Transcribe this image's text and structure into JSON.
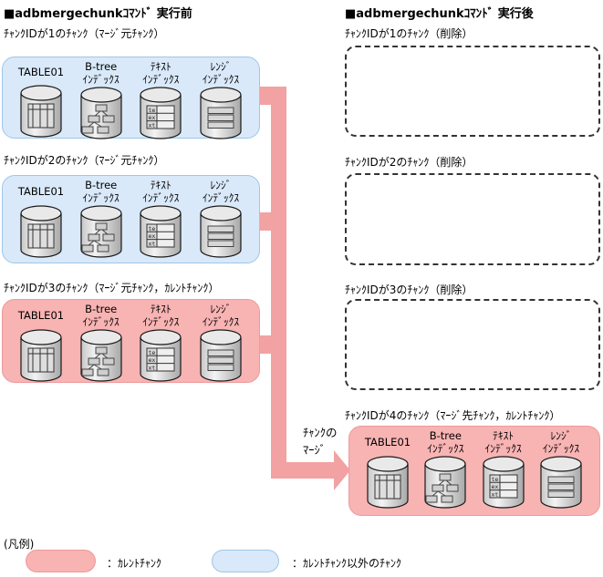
{
  "before": {
    "title": "■adbmergechunkｺﾏﾝﾄﾞ 実行前",
    "chunks": [
      {
        "label": "ﾁｬﾝｸIDが1のﾁｬﾝｸ（ﾏｰｼﾞ元ﾁｬﾝｸ）"
      },
      {
        "label": "ﾁｬﾝｸIDが2のﾁｬﾝｸ（ﾏｰｼﾞ元ﾁｬﾝｸ）"
      },
      {
        "label": "ﾁｬﾝｸIDが3のﾁｬﾝｸ（ﾏｰｼﾞ元ﾁｬﾝｸ，ｶﾚﾝﾄﾁｬﾝｸ）"
      }
    ]
  },
  "after": {
    "title": "■adbmergechunkｺﾏﾝﾄﾞ 実行後",
    "deleted_chunks": [
      {
        "label": "ﾁｬﾝｸIDが1のﾁｬﾝｸ（削除）"
      },
      {
        "label": "ﾁｬﾝｸIDが2のﾁｬﾝｸ（削除）"
      },
      {
        "label": "ﾁｬﾝｸIDが3のﾁｬﾝｸ（削除）"
      }
    ],
    "merged_chunk": {
      "label": "ﾁｬﾝｸIDが4のﾁｬﾝｸ（ﾏｰｼﾞ先ﾁｬﾝｸ，ｶﾚﾝﾄﾁｬﾝｸ）"
    }
  },
  "storage_columns": [
    {
      "line1": "TABLE01",
      "line2": ""
    },
    {
      "line1": "B-tree",
      "line2": "ｲﾝﾃﾞｯｸｽ"
    },
    {
      "line1": "ﾃｷｽﾄ",
      "line2": "ｲﾝﾃﾞｯｸｽ"
    },
    {
      "line1": "ﾚﾝｼﾞ",
      "line2": "ｲﾝﾃﾞｯｸｽ"
    }
  ],
  "text_index_rows": [
    "te",
    "ex",
    "xt"
  ],
  "arrow": {
    "label_line1": "ﾁｬﾝｸの",
    "label_line2": "ﾏｰｼﾞ"
  },
  "legend": {
    "title": "(凡例)",
    "current_label": "：ｶﾚﾝﾄﾁｬﾝｸ",
    "other_label": "：ｶﾚﾝﾄﾁｬﾝｸ以外のﾁｬﾝｸ"
  },
  "colors": {
    "current_chunk_fill": "#F8B3B3",
    "current_chunk_border": "#EE9A9A",
    "other_chunk_fill": "#D9E9F9",
    "other_chunk_border": "#9FC6E8",
    "arrow": "#F2A2A2"
  }
}
